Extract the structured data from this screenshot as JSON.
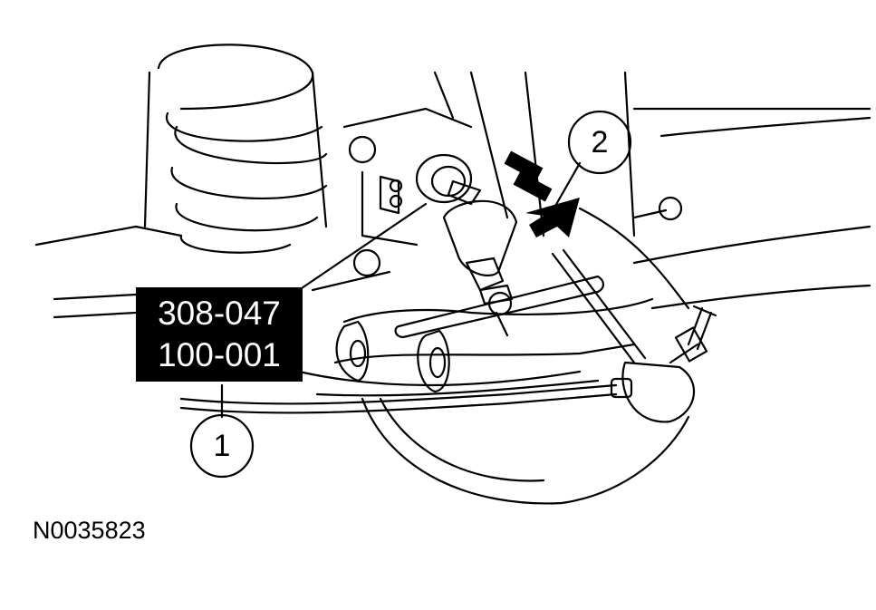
{
  "figure": {
    "tool_numbers": [
      "308-047",
      "100-001"
    ],
    "callouts": [
      {
        "number": "1",
        "refers_to": "tool-label"
      },
      {
        "number": "2",
        "refers_to": "direction-arrow"
      }
    ],
    "figure_id": "N0035823"
  },
  "colors": {
    "ink": "#000000",
    "paper": "#ffffff"
  }
}
